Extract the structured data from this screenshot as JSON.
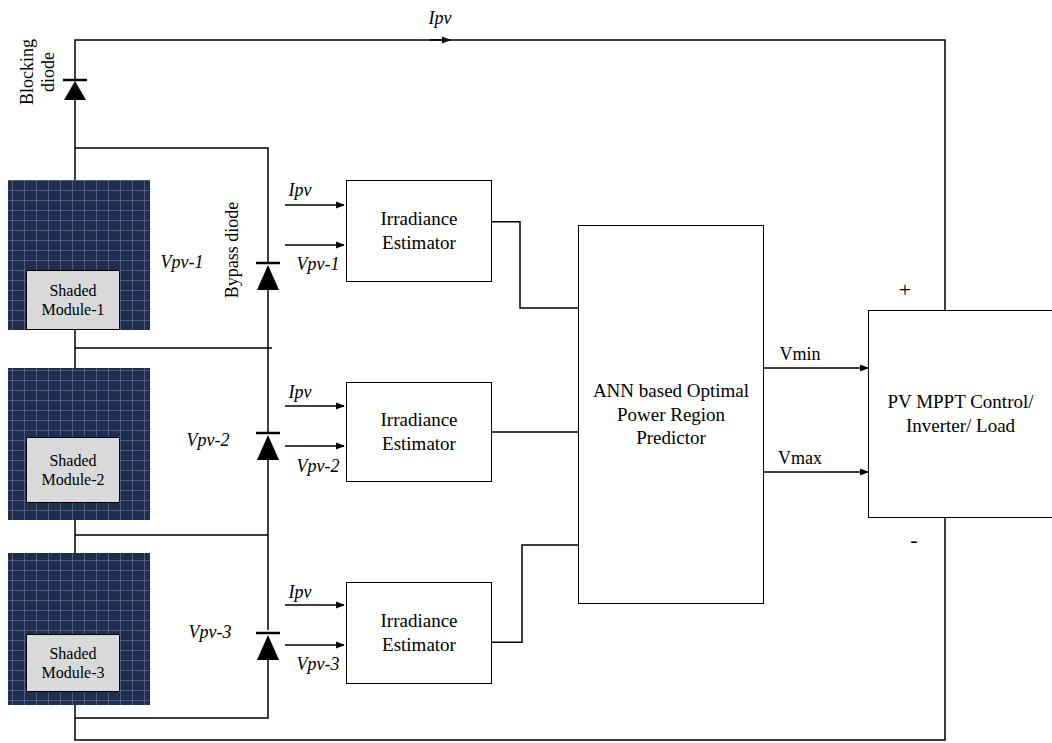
{
  "diagram": {
    "nodes": [
      {
        "text": [
          "Shaded Module-1"
        ]
      },
      {
        "text": [
          "Shaded Module-2"
        ]
      },
      {
        "text": [
          "Shaded Module-3"
        ]
      },
      {
        "text": [
          "Irradiance Estimator"
        ]
      },
      {
        "text": [
          "Irradiance Estimator"
        ]
      },
      {
        "text": [
          "Irradiance Estimator"
        ]
      },
      {
        "text": [
          "ANN based Optimal Power Region Predictor"
        ]
      },
      {
        "text": [
          "PV MPPT Control/ Inverter/ Load"
        ]
      }
    ],
    "edges": [
      {
        "from": 3,
        "to": 6,
        "arrow": "none"
      },
      {
        "from": 4,
        "to": 6,
        "arrow": "none"
      },
      {
        "from": 5,
        "to": 6,
        "arrow": "none"
      },
      {
        "from": 6,
        "to": 7,
        "label": "Vmin",
        "arrow": "to"
      },
      {
        "from": 6,
        "to": 7,
        "label": "Vmax",
        "arrow": "to"
      }
    ],
    "labels": [
      "Blocking diode",
      "Ipv",
      "Bypass diode",
      "Vpv-1",
      "Vpv-2",
      "Vpv-3",
      "Ipv",
      "Vpv-1",
      "Ipv",
      "Vpv-2",
      "Ipv",
      "Vpv-3",
      "+",
      "-"
    ]
  }
}
